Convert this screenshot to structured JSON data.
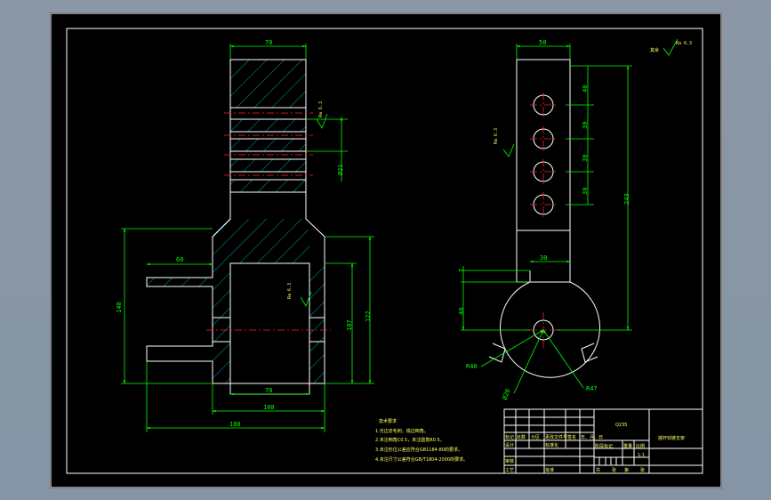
{
  "drawing": {
    "left_view": {
      "dim_top": "70",
      "dim_flange": "60",
      "dim_left_height": "140",
      "dim_inner_width": "70",
      "dim_mid_width": "100",
      "dim_base_width": "180",
      "dim_right_outer": "122",
      "dim_right_inner": "107",
      "dim_bore": "Ø21",
      "roughness_a": "Ra 6.3",
      "roughness_b": "Ra 6.3"
    },
    "right_view": {
      "dim_top": "50",
      "dim_hole_1": "40",
      "dim_hole_2": "30",
      "dim_hole_3": "30",
      "dim_hole_4": "30",
      "dim_length": "243",
      "dim_neck": "30",
      "dim_step": "7",
      "dim_step_height": "40",
      "dim_r40": "R40",
      "dim_r47": "R47",
      "dim_bore": "Ø20",
      "roughness": "Ra 6.3",
      "roughness_global_prefix": "其余",
      "roughness_global": "Ra 6.3"
    },
    "notes": {
      "heading": "技术要求",
      "items": [
        "1.光边去毛刺，锐边倒角。",
        "2.未注倒角C0.5，未注圆角R0.5。",
        "3.未注形位公差应符合GB1184-80的要求。",
        "4.未注尺寸公差符合GB/T1804-2000的要求。"
      ]
    },
    "title_block": {
      "material": "Q235",
      "part_name": "摇杆铰链支架",
      "stage": "阶段标记",
      "weight": "重量",
      "scale": "比例",
      "scale_value": "1:1",
      "sheet_total": "共",
      "sheet_total_unit": "张",
      "sheet_no": "第",
      "sheet_no_unit": "张",
      "cells": [
        "标记",
        "处数",
        "分区",
        "更改文件号",
        "签名",
        "年、月、日",
        "设计",
        "标准化",
        "审核",
        "工艺",
        "批准"
      ]
    }
  }
}
